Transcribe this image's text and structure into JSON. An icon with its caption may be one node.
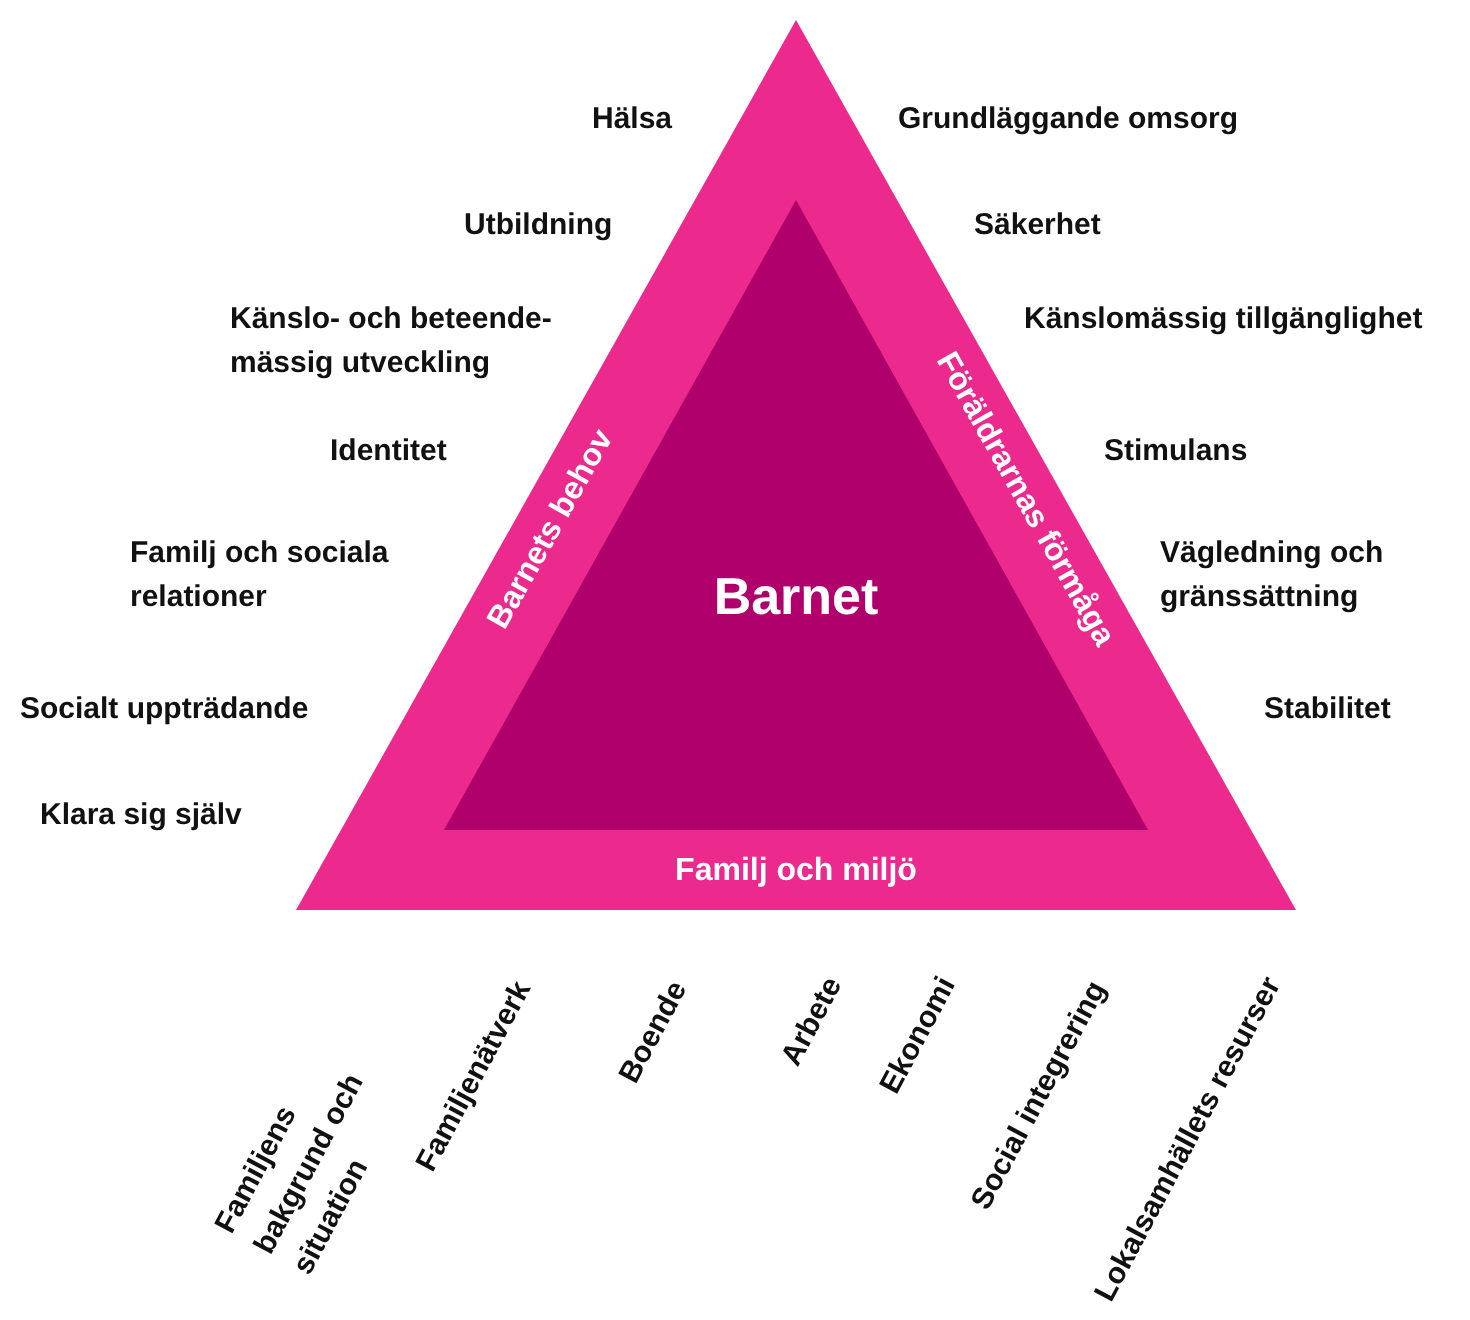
{
  "diagram": {
    "nodes": [
      {
        "text": [
          "Barnets behov",
          "Föräldrarnas förmåga",
          "Familj och miljö"
        ]
      },
      {
        "text": [
          "Barnet"
        ],
        "in": 0
      }
    ],
    "edges": [],
    "labels": [
      "Hälsa",
      "Grundläggande omsorg",
      "Utbildning",
      "Säkerhet",
      "Känslo- och beteende- mässig utveckling",
      "Känslomässig tillgänglighet",
      "Identitet",
      "Stimulans",
      "Familj och sociala relationer",
      "Vägledning och gränssättning",
      "Socialt uppträdande",
      "Stabilitet",
      "Klara sig själv",
      "Familjens bakgrund och situation",
      "Familjenätverk",
      "Boende",
      "Arbete",
      "Ekonomi",
      "Social integrering",
      "Lokalsamhällets resurser"
    ]
  }
}
